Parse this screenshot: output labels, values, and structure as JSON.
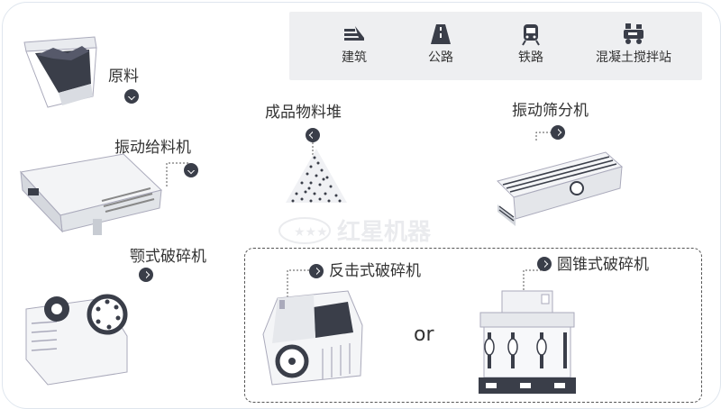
{
  "apps": [
    {
      "label": "建筑",
      "icon": "building-icon"
    },
    {
      "label": "公路",
      "icon": "road-icon"
    },
    {
      "label": "铁路",
      "icon": "train-icon"
    },
    {
      "label": "混凝土搅拌站",
      "icon": "concrete-mixer-icon"
    }
  ],
  "steps": {
    "raw": "原料",
    "feeder": "振动给料机",
    "jaw": "颚式破碎机",
    "pile": "成品物料堆",
    "screen": "振动筛分机",
    "impact": "反击式破碎机",
    "cone": "圆锥式破碎机",
    "or": "or"
  },
  "watermark": "红星机器",
  "colors": {
    "dark": "#3a3e49",
    "panel": "#eeeff1",
    "line": "#555555"
  }
}
